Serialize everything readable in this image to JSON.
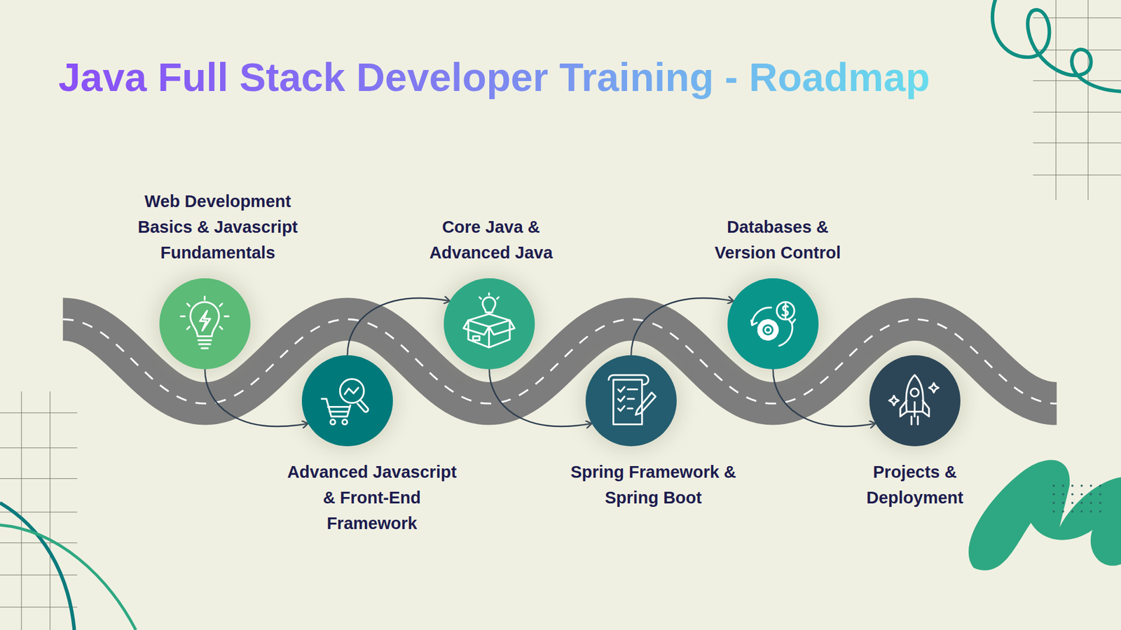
{
  "diagram": {
    "title": "Java Full Stack Developer Training - Roadmap",
    "nodes": [
      {
        "text": [
          "Web Development Basics & Javascript Fundamentals"
        ]
      },
      {
        "text": [
          "Advanced Javascript & Front-End Framework"
        ]
      },
      {
        "text": [
          "Core Java & Advanced Java"
        ]
      },
      {
        "text": [
          "Spring Framework & Spring Boot"
        ]
      },
      {
        "text": [
          "Databases & Version Control"
        ]
      },
      {
        "text": [
          "Projects & Deployment"
        ]
      }
    ],
    "edges": [
      {
        "from": 0,
        "to": 1,
        "arrow": "to"
      },
      {
        "from": 1,
        "to": 2,
        "arrow": "to"
      },
      {
        "from": 2,
        "to": 3,
        "arrow": "to"
      },
      {
        "from": 3,
        "to": 4,
        "arrow": "to"
      },
      {
        "from": 4,
        "to": 5,
        "arrow": "to"
      }
    ]
  }
}
